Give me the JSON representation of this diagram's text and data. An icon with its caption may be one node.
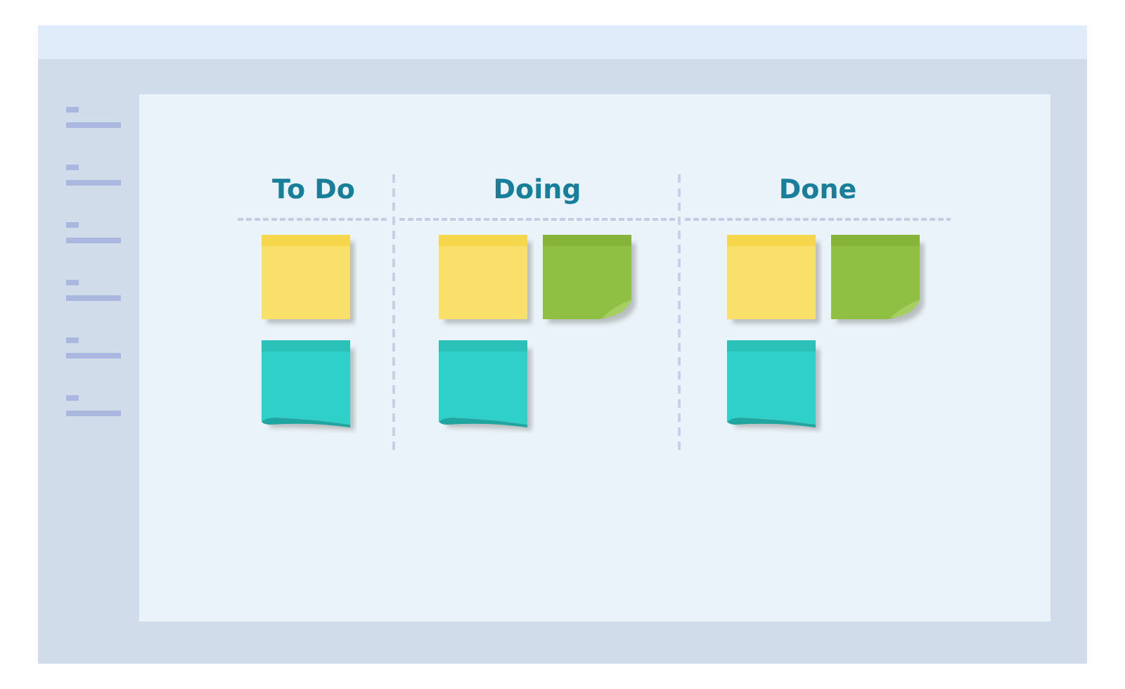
{
  "diagram": {
    "nodes": [
      {
        "text": [
          "To Do"
        ]
      },
      {
        "text": [],
        "shape": "note",
        "in": 0
      },
      {
        "text": [],
        "shape": "note",
        "in": 0
      },
      {
        "text": [
          "Doing"
        ]
      },
      {
        "text": [],
        "shape": "note",
        "in": 3
      },
      {
        "text": [],
        "shape": "note",
        "in": 3
      },
      {
        "text": [],
        "shape": "note",
        "in": 3
      },
      {
        "text": [
          "Done"
        ]
      },
      {
        "text": [],
        "shape": "note",
        "in": 7
      },
      {
        "text": [],
        "shape": "note",
        "in": 7
      },
      {
        "text": [],
        "shape": "note",
        "in": 7
      }
    ]
  }
}
